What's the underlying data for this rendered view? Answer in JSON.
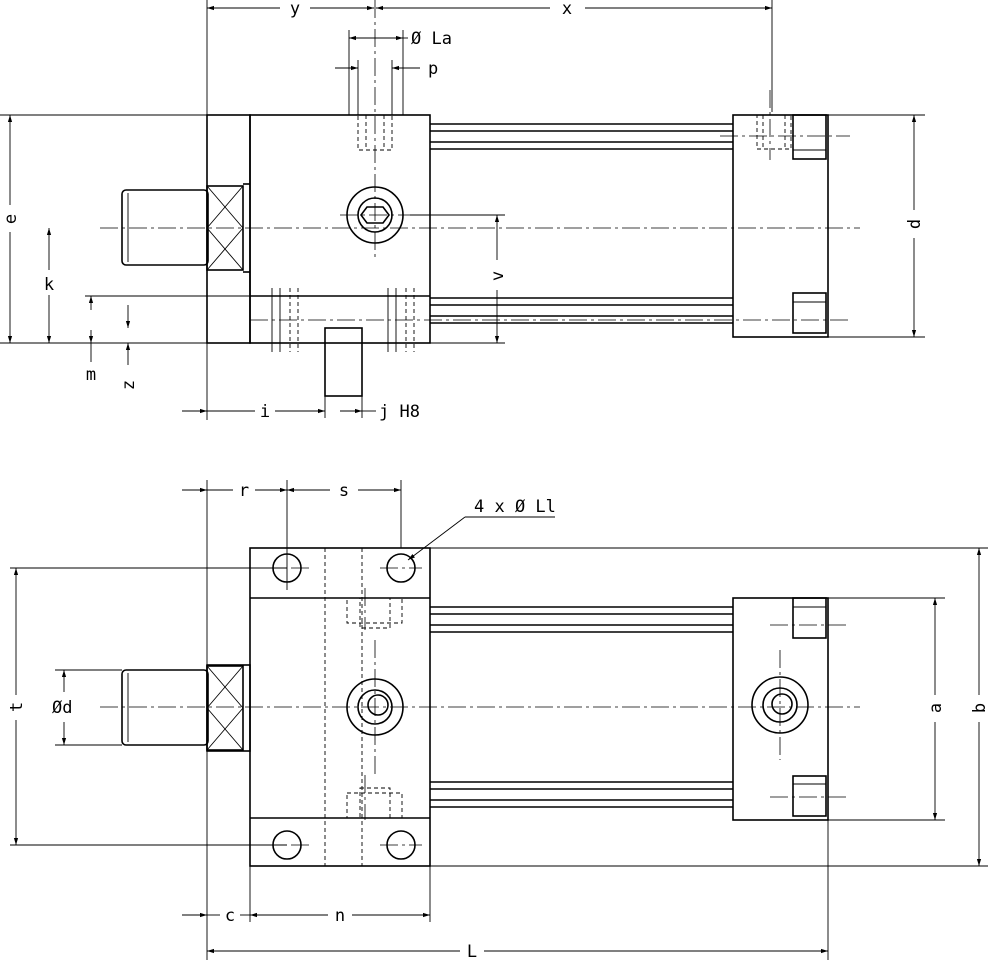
{
  "views": {
    "side": {
      "labels": {
        "y": "y",
        "x": "x",
        "bore_la": "Ø La",
        "p": "p",
        "e": "e",
        "k": "k",
        "v": "v",
        "d": "d",
        "m": "m",
        "z": "z",
        "i": "i",
        "j": "j H8"
      }
    },
    "top": {
      "labels": {
        "r": "r",
        "s": "s",
        "holes": "4 x Ø Ll",
        "t": "t",
        "bore_d": "Ød",
        "a": "a",
        "b": "b",
        "c": "c",
        "n": "n",
        "L": "L"
      }
    }
  }
}
